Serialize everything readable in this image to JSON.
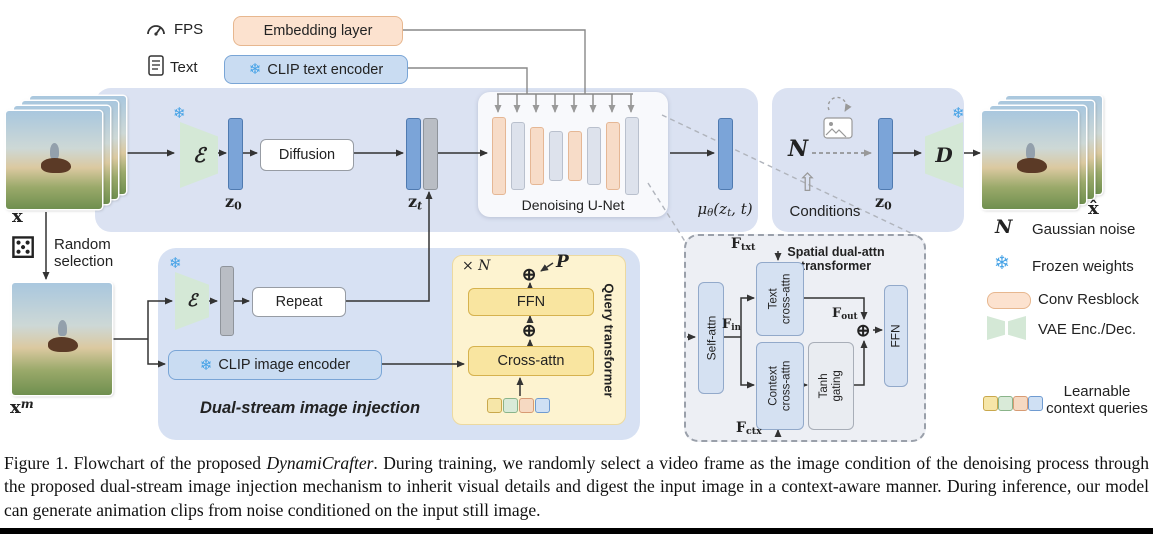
{
  "colors": {
    "panel_blue": "#dbe2f2",
    "dual_panel_blue": "#d7e1f3",
    "query_panel_yellow": "#fdf3d0",
    "spatial_panel_gray": "#edeff4",
    "peach_fill": "#fce2cf",
    "peach_border": "#e7b78f",
    "blue_box_fill": "#c9dcf2",
    "blue_box_border": "#79a5d6",
    "yellow_box": "#f9e5a0",
    "attn_box": "#d5e1f2",
    "bar_blue": "#7ba4d8",
    "bar_gray": "#b9bdc4",
    "vae_green": "#d4e8d6",
    "snowflake_blue": "#45a2e6",
    "arrow_dark": "#333333",
    "arrow_gray": "#999999"
  },
  "icons": {
    "snowflake": "❄",
    "plus": "⊕",
    "die": "⚄",
    "up_arrow": "⇧"
  },
  "top_inputs": {
    "fps_label": "FPS",
    "embedding_layer": "Embedding layer",
    "text_label": "Text",
    "clip_text_encoder": "CLIP text encoder"
  },
  "pipeline": {
    "x": "x",
    "encoder": "ℰ",
    "z0": {
      "base": "z",
      "sub": "0"
    },
    "diffusion": "Diffusion",
    "zt": {
      "base": "z",
      "sub": "t"
    },
    "unet": "Denoising U-Net",
    "mu": {
      "p1": "μ",
      "s1": "θ",
      "p2": "(z",
      "s2": "t",
      "p3": ", t)"
    },
    "noise": "N",
    "conditions": "Conditions",
    "z0_right": {
      "base": "z",
      "sub": "0"
    },
    "decoder": "D",
    "x_hat": "x̂"
  },
  "random": {
    "line1": "Random",
    "line2": "selection",
    "xm": {
      "base": "x",
      "sup": "m"
    }
  },
  "dual": {
    "title": "Dual-stream image injection",
    "encoder": "ℰ",
    "repeat": "Repeat",
    "clip_image_encoder": "CLIP image encoder",
    "query_transformer": "Query transformer",
    "times_n": "× N",
    "p": "P",
    "ffn": "FFN",
    "cross_attn": "Cross-attn"
  },
  "spatial": {
    "title": "Spatial dual-attn transformer",
    "f_txt": {
      "base": "F",
      "sub": "txt"
    },
    "f_in": {
      "base": "F",
      "sub": "in"
    },
    "f_ctx": {
      "base": "F",
      "sub": "ctx"
    },
    "f_out": {
      "base": "F",
      "sub": "out"
    },
    "self_attn": "Self-attn",
    "text_ca": {
      "l1": "Text",
      "l2": "cross-attn"
    },
    "ctx_ca": {
      "l1": "Context",
      "l2": "cross-attn"
    },
    "tanh": {
      "l1": "Tanh",
      "l2": "gating"
    },
    "ffn": "FFN"
  },
  "legend": {
    "noise": "N",
    "gaussian": "Gaussian noise",
    "frozen": "Frozen weights",
    "conv_resblock": "Conv Resblock",
    "vae": "VAE Enc./Dec.",
    "learnable1": "Learnable",
    "learnable2": "context queries"
  },
  "caption": {
    "prefix": "Figure 1. Flowchart of the proposed ",
    "italic": "DynamiCrafter",
    "rest": ". During training, we randomly select a video frame as the image condition of the denoising process through the proposed dual-stream image injection mechanism to inherit visual details and digest the input image in a context-aware manner. During inference, our model can generate animation clips from noise conditioned on the input still image."
  }
}
